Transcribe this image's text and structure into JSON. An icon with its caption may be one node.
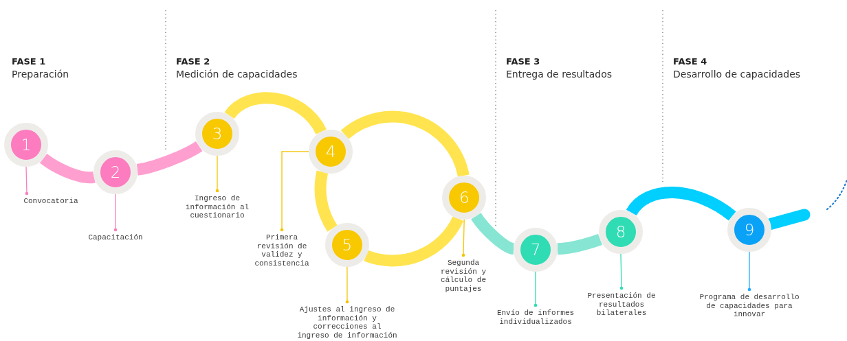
{
  "diagram": {
    "nodes": [
      {
        "text": [
          "1"
        ]
      },
      {
        "text": [
          "2"
        ]
      },
      {
        "text": [
          "3"
        ]
      },
      {
        "text": [
          "4"
        ]
      },
      {
        "text": [
          "5"
        ]
      },
      {
        "text": [
          "6"
        ]
      },
      {
        "text": [
          "7"
        ]
      },
      {
        "text": [
          "8"
        ]
      },
      {
        "text": [
          "9"
        ]
      },
      {
        "text": [
          "Convocatoria"
        ]
      },
      {
        "text": [
          "Capacitación"
        ]
      },
      {
        "text": [
          "Ingreso de información al cuestionario"
        ]
      },
      {
        "text": [
          "Primera revisión de validez y consistencia"
        ]
      },
      {
        "text": [
          "Ajustes al ingreso de información y correcciones al ingreso de información"
        ]
      },
      {
        "text": [
          "Segunda revisión y cálculo de puntajes"
        ]
      },
      {
        "text": [
          "Envío de informes individualizados"
        ]
      },
      {
        "text": [
          "Presentación de resultados bilaterales"
        ]
      },
      {
        "text": [
          "Programa de desarrollo de capacidades para innovar"
        ]
      }
    ],
    "edges": [
      {
        "from": 0,
        "to": 1,
        "arrow": "none",
        "color": "#ff9fd0"
      },
      {
        "from": 1,
        "to": 2,
        "arrow": "none",
        "color": "#ff9fd0"
      },
      {
        "from": 2,
        "to": 3,
        "arrow": "none",
        "color": "#ffe44f"
      },
      {
        "from": 3,
        "to": 4,
        "arrow": "none",
        "color": "#ffe44f"
      },
      {
        "from": 4,
        "to": 5,
        "arrow": "none",
        "color": "#ffe44f"
      },
      {
        "from": 3,
        "to": 5,
        "arrow": "none",
        "color": "#ffe44f"
      },
      {
        "from": 5,
        "to": 6,
        "arrow": "none",
        "color": "#86e5d3"
      },
      {
        "from": 6,
        "to": 7,
        "arrow": "none",
        "color": "#86e5d3"
      },
      {
        "from": 7,
        "to": 8,
        "arrow": "none",
        "color": "#00cfff"
      },
      {
        "from": 8,
        "to": null,
        "arrow": "none",
        "color": "#00cfff"
      },
      {
        "from": 9,
        "to": 0,
        "arrow": "other",
        "color": "#f77fbe"
      },
      {
        "from": 10,
        "to": 1,
        "arrow": "other",
        "color": "#f77fbe"
      },
      {
        "from": 11,
        "to": 2,
        "arrow": "other",
        "color": "#f5c400"
      },
      {
        "from": 12,
        "to": 3,
        "arrow": "other",
        "color": "#f5c400"
      },
      {
        "from": 13,
        "to": 4,
        "arrow": "other",
        "color": "#f5c400"
      },
      {
        "from": 14,
        "to": 5,
        "arrow": "other",
        "color": "#f5c400"
      },
      {
        "from": 15,
        "to": 6,
        "arrow": "other",
        "color": "#2fdcb4"
      },
      {
        "from": 16,
        "to": 7,
        "arrow": "other",
        "color": "#2fdcb4"
      },
      {
        "from": 17,
        "to": 8,
        "arrow": "other",
        "color": "#22aaff"
      }
    ],
    "labels": [
      "FASE 1",
      "Preparación",
      "FASE 2",
      "Medición de capacidades",
      "FASE 3",
      "Entrega de resultados",
      "FASE 4",
      "Desarrollo de capacidades"
    ]
  }
}
